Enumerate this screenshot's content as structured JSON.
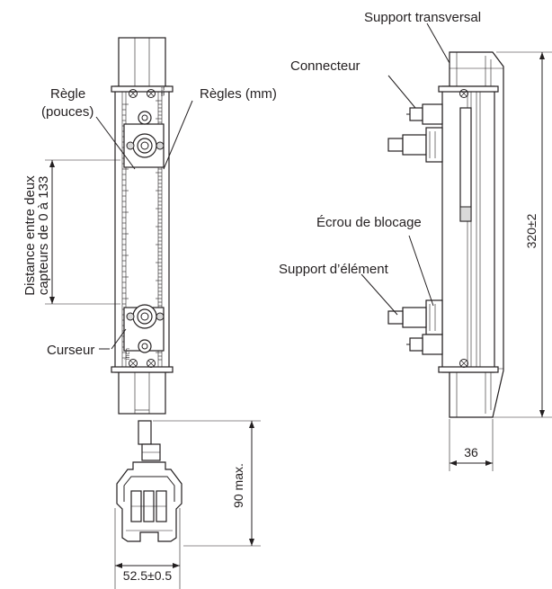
{
  "labels": {
    "regle_pouces_1": "Règle",
    "regle_pouces_2": "(pouces)",
    "regles_mm": "Règles (mm)",
    "distance_1": "Distance entre deux",
    "distance_2": "capteurs de 0 à 133",
    "curseur": "Curseur",
    "support_transversal": "Support transversal",
    "connecteur": "Connecteur",
    "ecrou_blocage": "Écrou de blocage",
    "support_element": "Support d’élément"
  },
  "dimensions": {
    "length": "320±2",
    "width": "36",
    "height": "90 max.",
    "base_width": "52.5±0.5"
  },
  "scale_marks": {
    "mm": "mm",
    "inch": "inch"
  },
  "colors": {
    "ink": "#231f20",
    "background": "#ffffff"
  }
}
